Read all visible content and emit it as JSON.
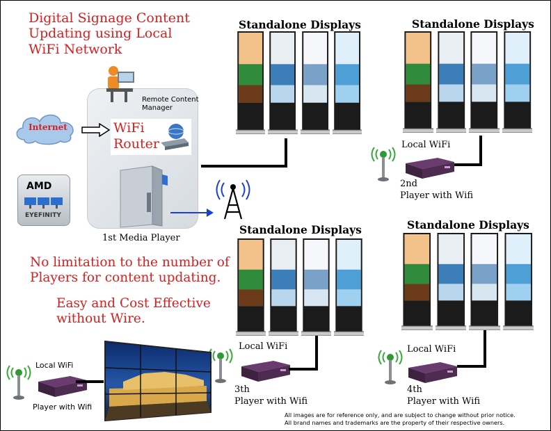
{
  "title": [
    "Digital Signage Content",
    "Updating using Local",
    "WiFi Network"
  ],
  "cloud_label": "Internet",
  "remote_content_manager": [
    "Remote Content",
    "Manager"
  ],
  "router_label": [
    "WiFi",
    "Router"
  ],
  "amd_badge": {
    "brand": "AMD",
    "sub": "EYEFINITY"
  },
  "first_player_label": "1st Media Player",
  "groups": [
    {
      "header": "Standalone Displays"
    },
    {
      "header": "Standalone Displays"
    },
    {
      "header": "Standalone Displays"
    },
    {
      "header": "Standalone Displays"
    }
  ],
  "players": [
    {
      "wifi": "Local WiFi",
      "order": "2nd",
      "label": "Player with Wifi"
    },
    {
      "wifi": "Local WiFi",
      "order": "3th",
      "label": "Player with Wifi"
    },
    {
      "wifi": "Local WiFi",
      "order": "4th",
      "label": "Player with Wifi"
    },
    {
      "wifi": "Local WiFi",
      "order": "",
      "label": "Player with Wifi"
    }
  ],
  "messages": {
    "no_limit": [
      "No limitation to the number of",
      "Players for content updating."
    ],
    "easy": [
      "Easy and Cost Effective",
      "without Wire."
    ]
  },
  "notice": [
    "All images are for reference only, and are subject to change without prior notice.",
    "All brand names and trademarks are the property of their respective owners."
  ],
  "colors": {
    "accent_red": "#d42020",
    "cloud": "#a9c9ea",
    "wifi_green": "#3aa83a",
    "arrow_blue": "#1a3fd6"
  }
}
